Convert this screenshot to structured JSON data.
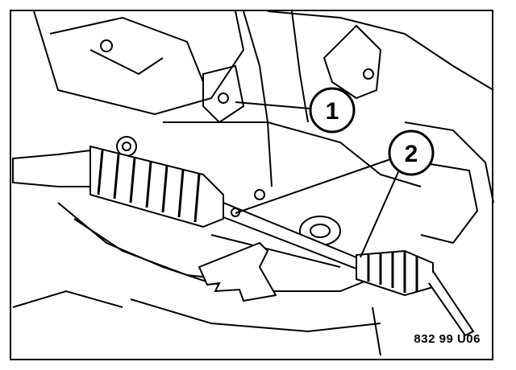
{
  "callouts": [
    {
      "label": "1"
    },
    {
      "label": "2"
    }
  ],
  "figure_code": "832 99 U06",
  "colors": {
    "ink": "#000000",
    "paper": "#ffffff"
  }
}
